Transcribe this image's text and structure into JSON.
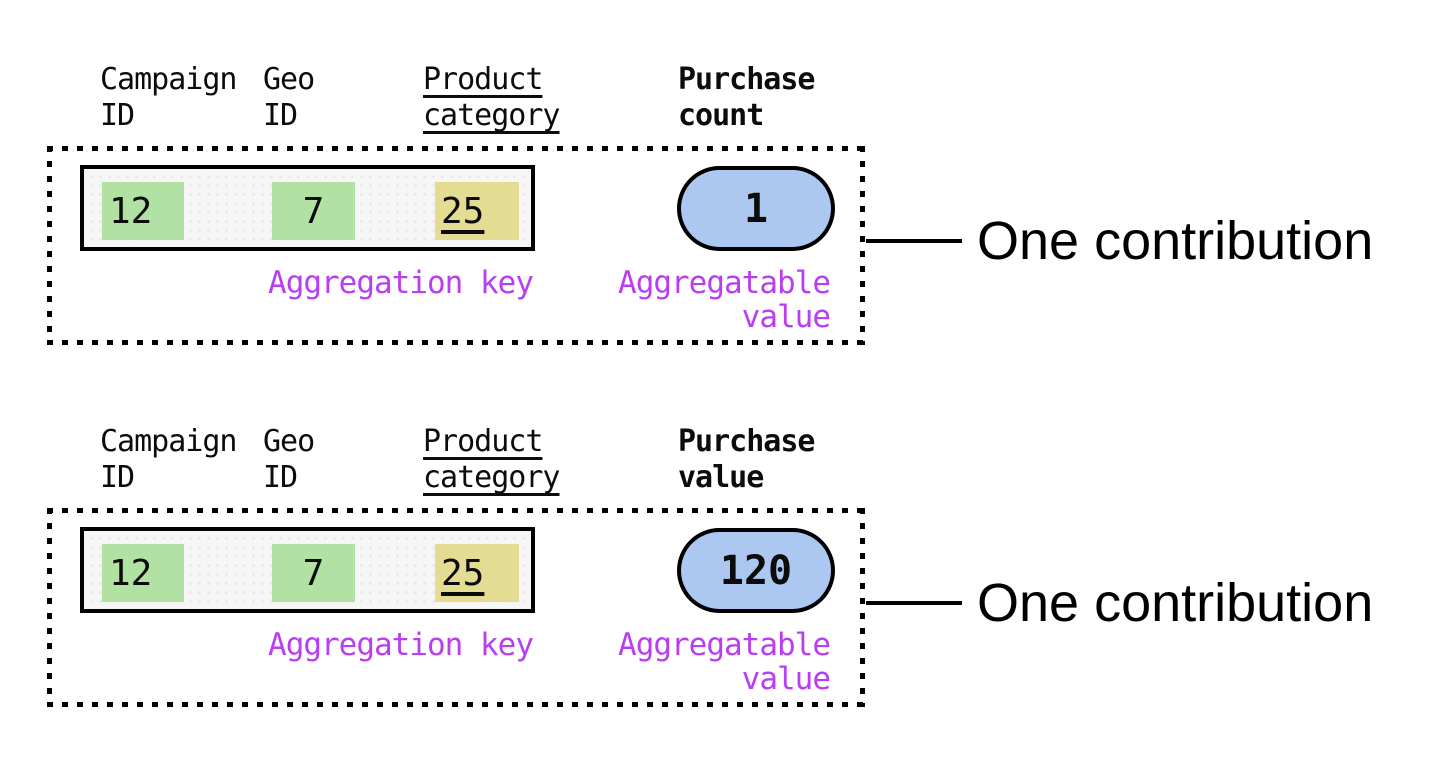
{
  "colors": {
    "key_highlight_green": "#b2e1a4",
    "key_highlight_yellow": "#e4dc93",
    "value_pill_blue": "#acc8f0",
    "label_purple": "#b93ef2",
    "record_background": "#f6f6f6",
    "stroke_black": "#000000"
  },
  "panels": [
    {
      "columns": [
        {
          "label": "Campaign ID"
        },
        {
          "label": "Geo ID"
        },
        {
          "label": "Product category"
        },
        {
          "label": "Purchase count"
        }
      ],
      "record": {
        "campaign_id": "12",
        "geo_id": "7",
        "product_category": "25"
      },
      "aggregatable_value": "1",
      "aggregation_key_label": "Aggregation key",
      "aggregatable_value_label": "Aggregatable value",
      "annotation": "One contribution"
    },
    {
      "columns": [
        {
          "label": "Campaign ID"
        },
        {
          "label": "Geo ID"
        },
        {
          "label": "Product category"
        },
        {
          "label": "Purchase value"
        }
      ],
      "record": {
        "campaign_id": "12",
        "geo_id": "7",
        "product_category": "25"
      },
      "aggregatable_value": "120",
      "aggregation_key_label": "Aggregation key",
      "aggregatable_value_label": "Aggregatable value",
      "annotation": "One contribution"
    }
  ]
}
